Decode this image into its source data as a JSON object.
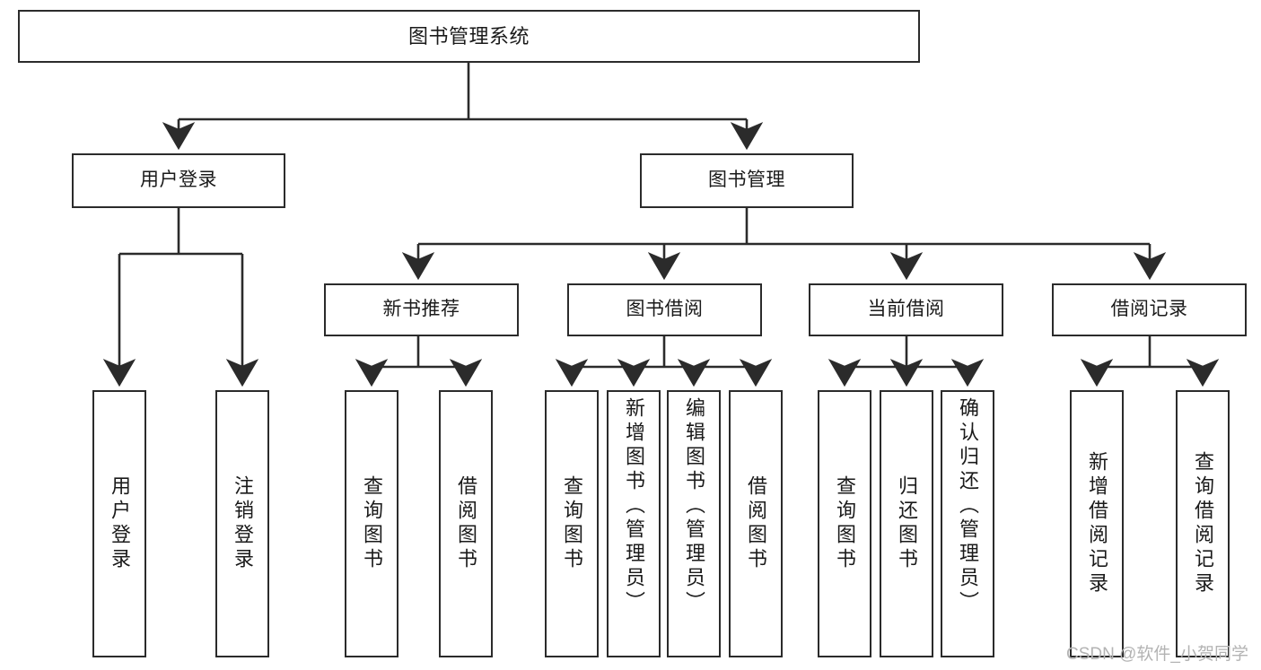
{
  "diagram": {
    "title": "图书管理系统",
    "type": "functional-structure-tree",
    "root": {
      "label": "图书管理系统"
    },
    "level2": [
      {
        "label": "用户登录"
      },
      {
        "label": "图书管理"
      }
    ],
    "level3": [
      {
        "label": "新书推荐"
      },
      {
        "label": "图书借阅"
      },
      {
        "label": "当前借阅"
      },
      {
        "label": "借阅记录"
      }
    ],
    "leaves": [
      {
        "label": "用户登录",
        "parent": "用户登录"
      },
      {
        "label": "注销登录",
        "parent": "用户登录"
      },
      {
        "label": "查询图书",
        "parent": "新书推荐"
      },
      {
        "label": "借阅图书",
        "parent": "新书推荐"
      },
      {
        "label": "查询图书",
        "parent": "图书借阅"
      },
      {
        "label": "新增图书（管理员）",
        "parent": "图书借阅"
      },
      {
        "label": "编辑图书（管理员）",
        "parent": "图书借阅"
      },
      {
        "label": "借阅图书",
        "parent": "图书借阅"
      },
      {
        "label": "查询图书",
        "parent": "当前借阅"
      },
      {
        "label": "归还图书",
        "parent": "当前借阅"
      },
      {
        "label": "确认归还（管理员）",
        "parent": "当前借阅"
      },
      {
        "label": "新增借阅记录",
        "parent": "借阅记录"
      },
      {
        "label": "查询借阅记录",
        "parent": "借阅记录"
      }
    ]
  },
  "watermark": {
    "text": "CSDN @软件_小贺同学"
  },
  "colors": {
    "box_border": "#2b2b2b",
    "box_fill": "#ffffff",
    "connector": "#2b2b2b",
    "text": "#1a1a1a",
    "watermark": "#b3b3b3",
    "background": "#ffffff"
  }
}
